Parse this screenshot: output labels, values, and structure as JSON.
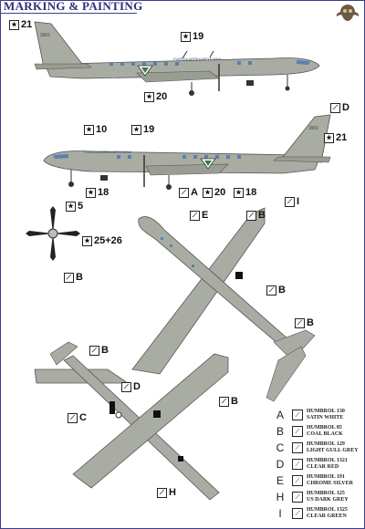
{
  "header": {
    "title": "MARKING & PAINTING"
  },
  "colors": {
    "aircraft_grey": "#a9aca2",
    "frame_blue": "#3a3f8f",
    "window_blue": "#5a7fb3",
    "black": "#111111"
  },
  "aircraft_markings": {
    "side_text": "FUERZA AEREA MEXICANA",
    "tail_number": "3901"
  },
  "callouts": {
    "c21a": "21",
    "c19a": "19",
    "c20a": "20",
    "c10": "10",
    "c19b": "19",
    "cD1": "D",
    "c21b": "21",
    "c18a": "18",
    "cA": "A",
    "c20b": "20",
    "c18b": "18",
    "c5": "5",
    "c2526": "25+26",
    "cB1": "B",
    "cE": "E",
    "cB2": "B",
    "cI": "I",
    "cB3": "B",
    "cB4": "B",
    "cB5": "B",
    "cD2": "D",
    "cC": "C",
    "cB6": "B",
    "cH": "H"
  },
  "legend": [
    {
      "letter": "A",
      "line1": "HUMBROL 130",
      "line2": "SATIN WHITE"
    },
    {
      "letter": "B",
      "line1": "HUMBROL 85",
      "line2": "COAL BLACK"
    },
    {
      "letter": "C",
      "line1": "HUMBROL 129",
      "line2": "LIGHT GULL GREY"
    },
    {
      "letter": "D",
      "line1": "HUMBROL 1321",
      "line2": "CLEAR RED"
    },
    {
      "letter": "E",
      "line1": "HUMBROL 191",
      "line2": "CHROME SILVER"
    },
    {
      "letter": "H",
      "line1": "HUMBROL 125",
      "line2": "US DARK GREY"
    },
    {
      "letter": "I",
      "line1": "HUMBROL 1325",
      "line2": "CLEAR GREEN"
    }
  ]
}
